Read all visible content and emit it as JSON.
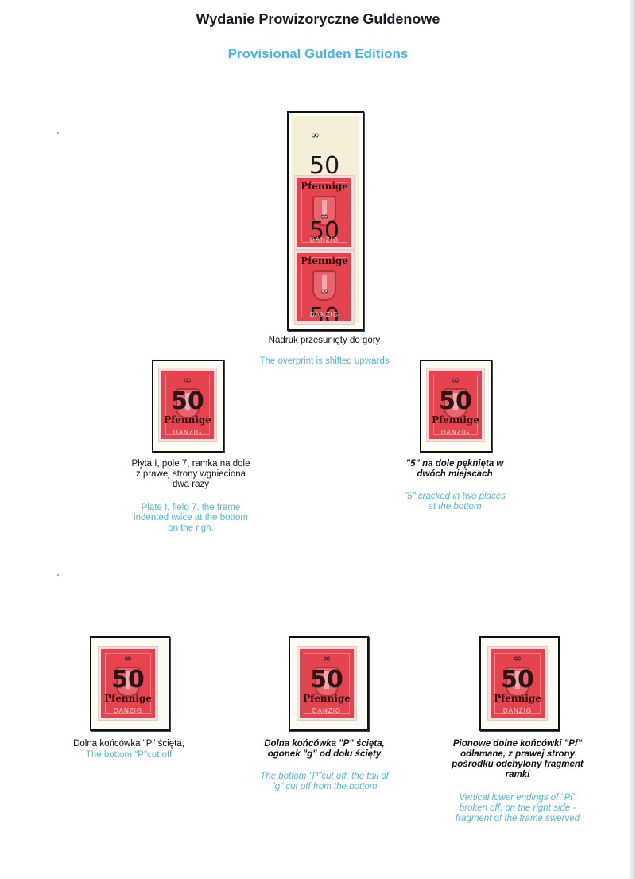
{
  "page": {
    "title": "Wydanie Prowizoryczne Guldenowe",
    "subtitle": "Provisional Gulden Editions"
  },
  "overprint": {
    "symbol": "∞",
    "value": "50",
    "word": "Pfennige"
  },
  "stamp_imprint": "DANZIG",
  "items": [
    {
      "caption_pl": "Nadruk przesunięty do góry",
      "caption_en": "The overprint is shifted upwards"
    },
    {
      "caption_pl": [
        "Płyta I, pole 7, ramka na dole",
        "z prawej strony wgnieciona",
        "dwa razy"
      ],
      "caption_en": [
        "Plate I, field 7, the frame",
        "indented twice at the bottom",
        "on the righ."
      ]
    },
    {
      "caption_pl": [
        "\"5\" na dole pęknięta w",
        "dwóch miejscach"
      ],
      "caption_en": [
        "\"5\" cracked in two places",
        "at the bottom"
      ]
    },
    {
      "caption_pl": "Dolna końcówka \"P\" ścięta,",
      "caption_en": "The bottom \"P\"cut off"
    },
    {
      "caption_pl": [
        "Dolna końcówka \"P\" ścięta,",
        "ogonek \"g\" od dołu ścięty"
      ],
      "caption_en": [
        "The bottom \"P\"cut off, the tail of",
        "\"g\" cut off from the bottom"
      ]
    },
    {
      "caption_pl": [
        "Pionowe dolne końcówki \"Pf\"",
        "odłamane, z prawej strony",
        "pośrodku odchylony fragment",
        "ramki"
      ],
      "caption_en": [
        "Vertical lower endings of \"Pf\"",
        "broken off, on the right side -",
        "fragment of the frame swerved"
      ]
    }
  ],
  "colors": {
    "title": "#1a1a2a",
    "subtitle": "#4cb4de",
    "caption_en": "#55b6dc",
    "stamp": "#e5444f",
    "overprint": "#2a1414"
  }
}
